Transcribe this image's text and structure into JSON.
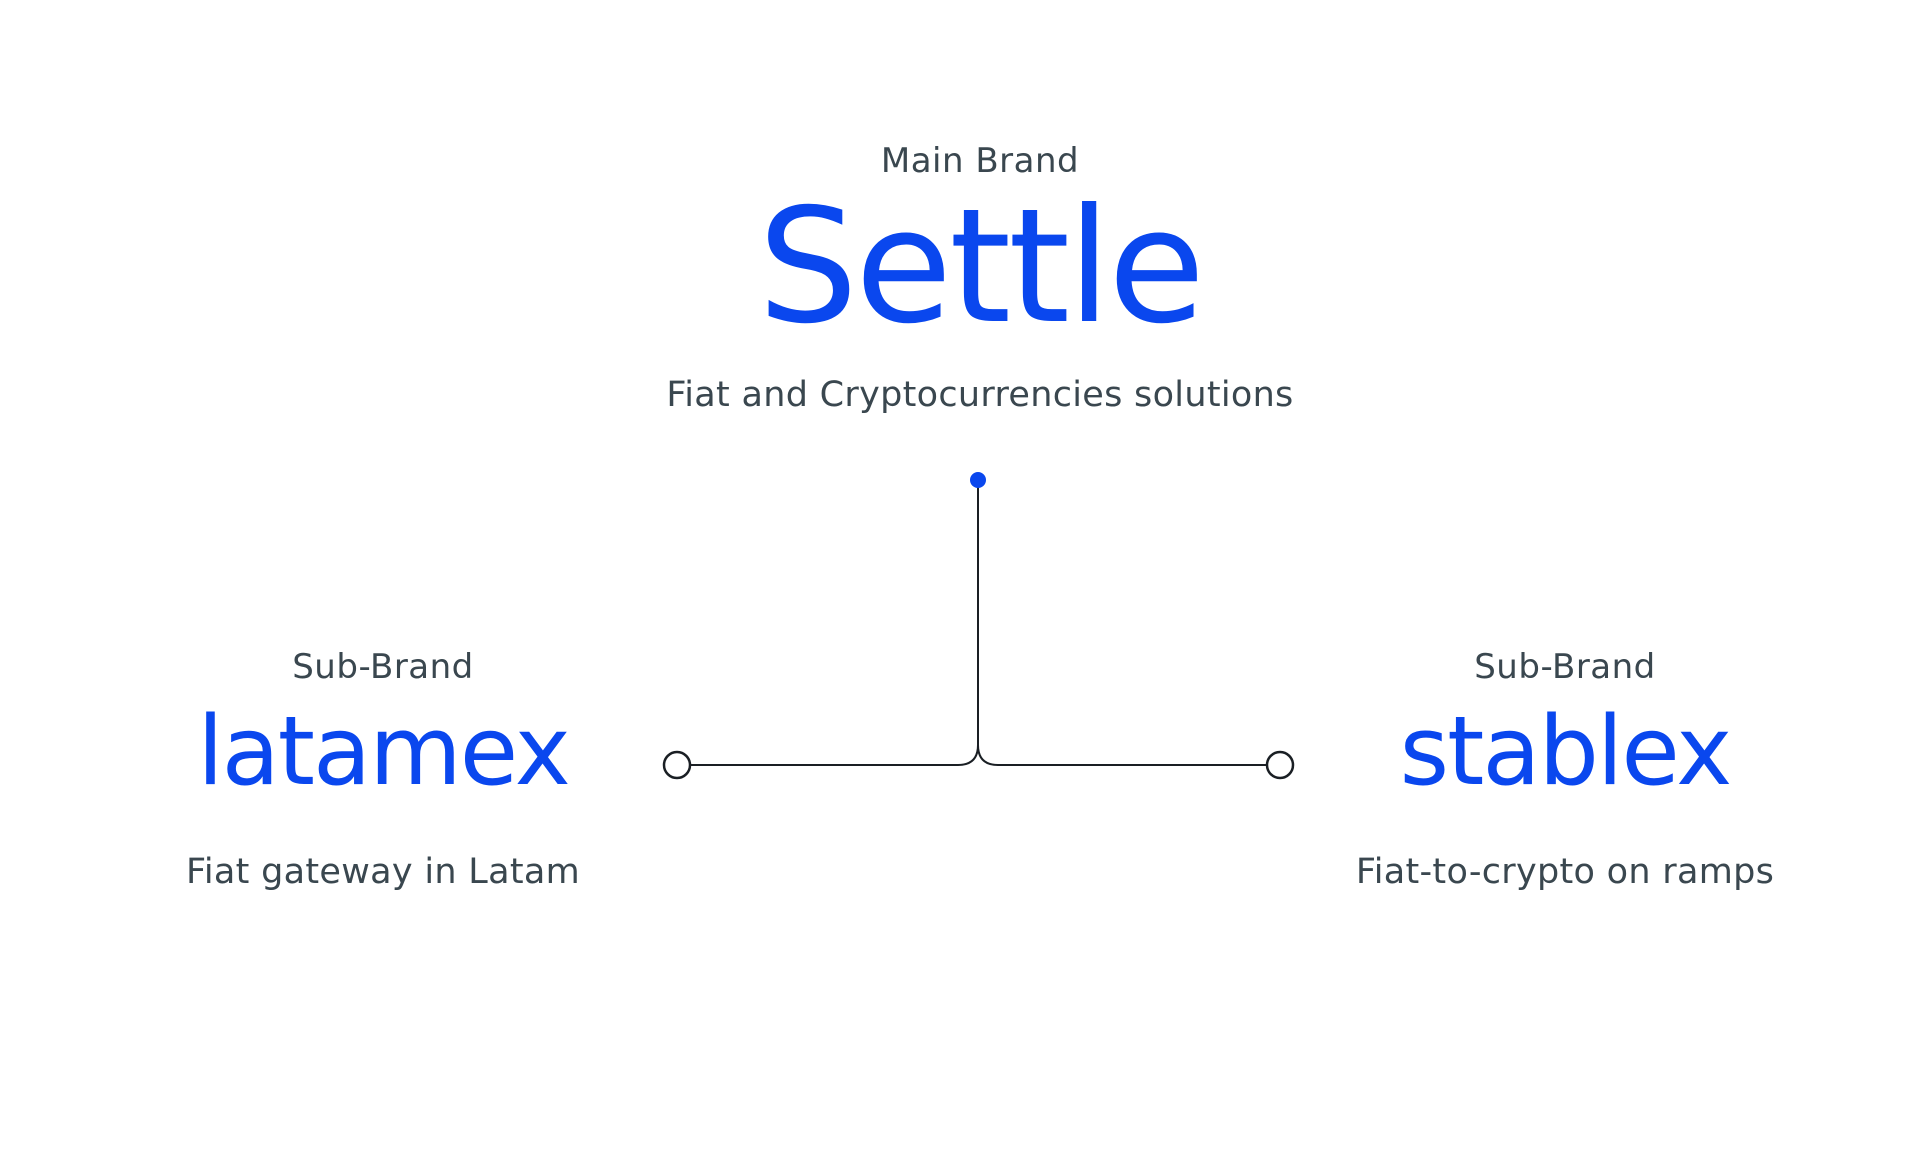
{
  "main": {
    "eyebrow": "Main Brand",
    "name": "Settle",
    "tagline": "Fiat and Cryptocurrencies solutions"
  },
  "left": {
    "eyebrow": "Sub-Brand",
    "name": "latamex",
    "tagline": "Fiat gateway in Latam"
  },
  "right": {
    "eyebrow": "Sub-Brand",
    "name": "stablex",
    "tagline": "Fiat-to-crypto on ramps"
  },
  "colors": {
    "brand": "#0a47ee",
    "text": "#3a474f",
    "line": "#1a1f24",
    "background": "#ffffff"
  }
}
